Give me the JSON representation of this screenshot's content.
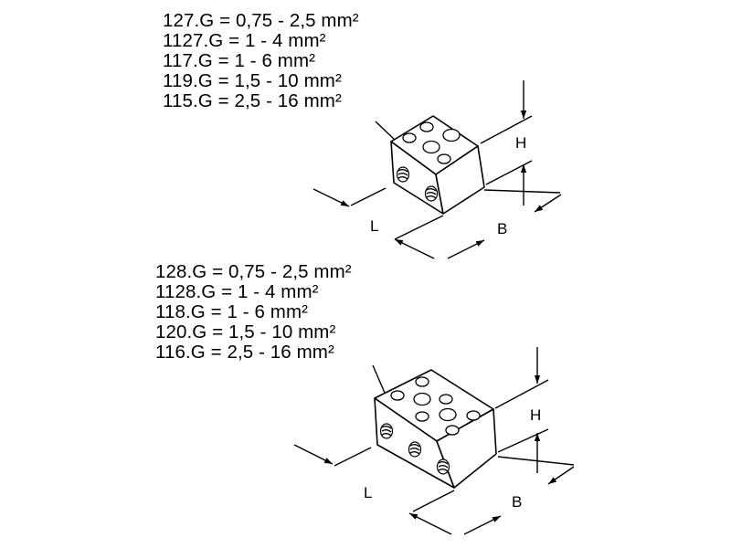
{
  "top_block": {
    "specs": [
      "127.G = 0,75 - 2,5 mm²",
      "1127.G = 1 - 4 mm²",
      "117.G = 1 - 6 mm²",
      "119.G = 1,5 - 10 mm²",
      "115.G = 2,5 - 16 mm²"
    ],
    "dim_height": "H",
    "dim_length": "L",
    "dim_width": "B"
  },
  "bottom_block": {
    "specs": [
      "128.G = 0,75 - 2,5 mm²",
      "1128.G = 1 - 4 mm²",
      "118.G = 1 - 6 mm²",
      "120.G = 1,5 - 10 mm²",
      "116.G = 2,5 - 16 mm²"
    ],
    "dim_height": "H",
    "dim_length": "L",
    "dim_width": "B"
  }
}
